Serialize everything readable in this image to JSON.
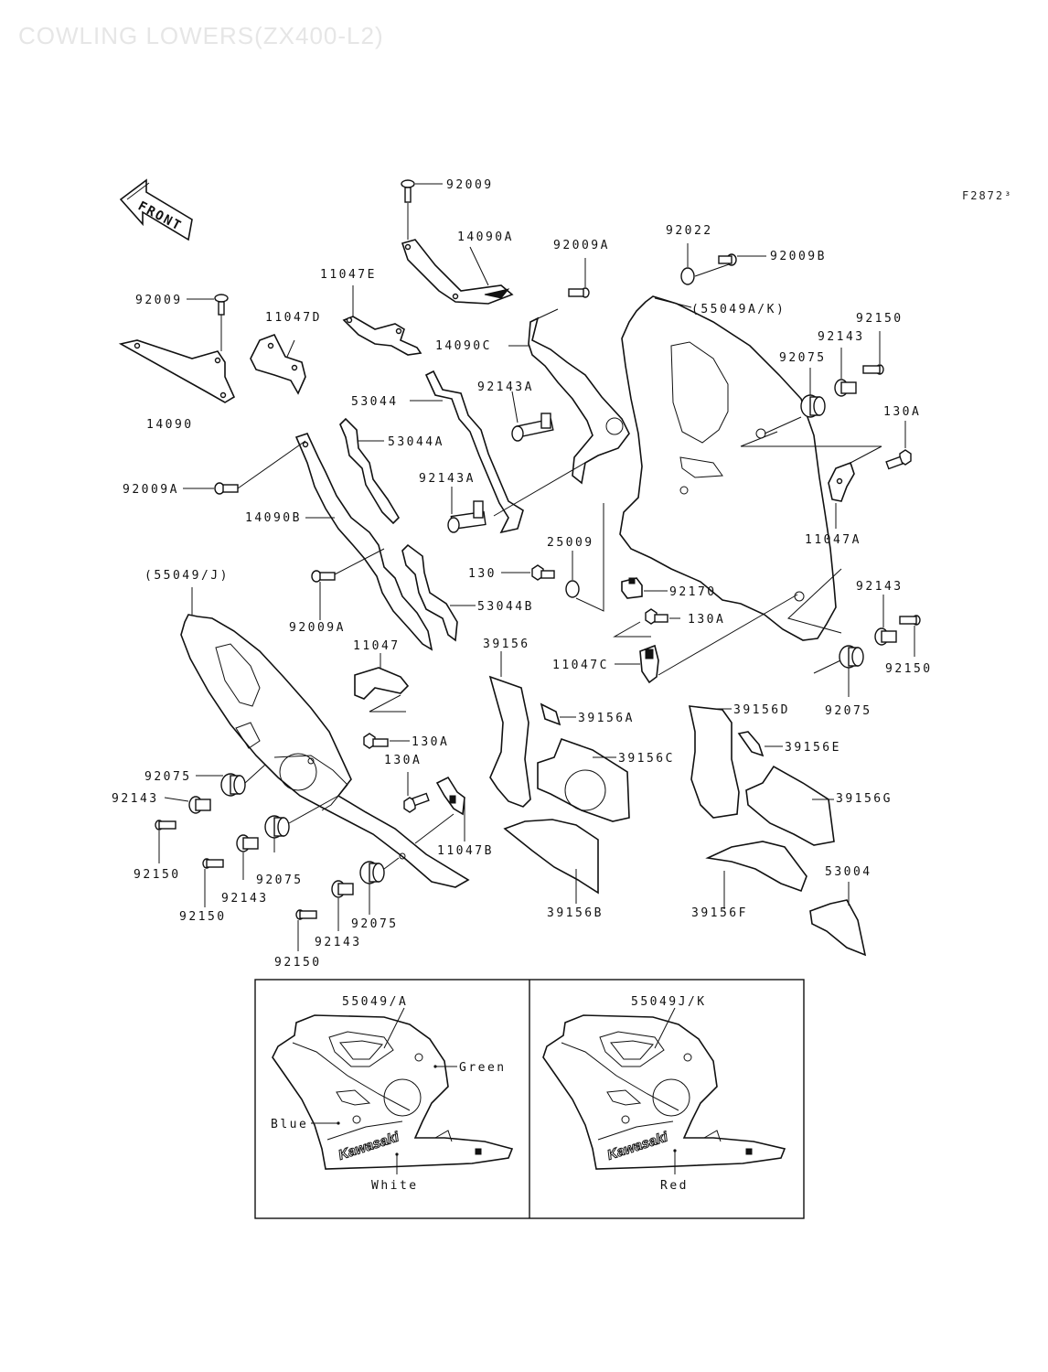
{
  "header": {
    "title": "COWLING LOWERS(ZX400-L2)",
    "drawing_code": "F2872³",
    "front_arrow_label": "FRONT"
  },
  "labels": {
    "p92009_top": "92009",
    "p14090A": "14090A",
    "p92009A_top": "92009A",
    "p92022": "92022",
    "p92009B": "92009B",
    "p11047E": "11047E",
    "p55049AK": "(55049A/K)",
    "p92150_r1": "92150",
    "p92009_left": "92009",
    "p11047D": "11047D",
    "p92143_r1": "92143",
    "p14090C": "14090C",
    "p92075_r1": "92075",
    "p53044": "53044",
    "p92143A_top": "92143A",
    "p130A_r1": "130A",
    "p14090": "14090",
    "p53044A": "53044A",
    "p92009A_left": "92009A",
    "p92143A_mid": "92143A",
    "p11047A": "11047A",
    "p14090B": "14090B",
    "p25009": "25009",
    "p55049J": "(55049/J)",
    "p130": "130",
    "p92170": "92170",
    "p92143_r2": "92143",
    "p92009A_low": "92009A",
    "p53044B": "53044B",
    "p130A_mid": "130A",
    "p11047": "11047",
    "p39156": "39156",
    "p11047C": "11047C",
    "p92150_r2": "92150",
    "p39156A": "39156A",
    "p39156D": "39156D",
    "p92075_r2": "92075",
    "p130A_l1": "130A",
    "p130A_l2": "130A",
    "p39156C": "39156C",
    "p39156E": "39156E",
    "p92075_l1": "92075",
    "p92143_l1": "92143",
    "p39156G": "39156G",
    "p11047B": "11047B",
    "p92150_l1": "92150",
    "p92075_l2": "92075",
    "p92143_l2": "92143",
    "p53004": "53004",
    "p92150_l2": "92150",
    "p92075_l3": "92075",
    "p39156B": "39156B",
    "p39156F": "39156F",
    "p92143_l3": "92143",
    "p92150_l3": "92150"
  },
  "legend": {
    "left": {
      "part": "55049/A",
      "colors": [
        "Green",
        "Blue",
        "White"
      ],
      "logo": "Kawasaki"
    },
    "right": {
      "part": "55049J/K",
      "colors": [
        "Red"
      ],
      "logo": "Kawasaki"
    }
  }
}
